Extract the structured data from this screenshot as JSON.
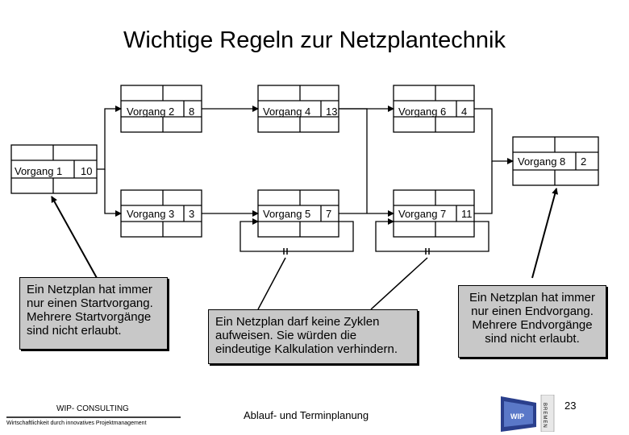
{
  "title": "Wichtige Regeln zur Netzplantechnik",
  "nodes": [
    {
      "id": "v1",
      "label": "Vorgang 1",
      "duration": "10"
    },
    {
      "id": "v2",
      "label": "Vorgang 2",
      "duration": "8"
    },
    {
      "id": "v3",
      "label": "Vorgang 3",
      "duration": "3"
    },
    {
      "id": "v4",
      "label": "Vorgang 4",
      "duration": "13"
    },
    {
      "id": "v5",
      "label": "Vorgang 5",
      "duration": "7"
    },
    {
      "id": "v6",
      "label": "Vorgang 6",
      "duration": "4"
    },
    {
      "id": "v7",
      "label": "Vorgang 7",
      "duration": "11"
    },
    {
      "id": "v8",
      "label": "Vorgang 8",
      "duration": "2"
    }
  ],
  "callouts": {
    "start": "Ein Netzplan hat immer nur einen Startvorgang. Mehrere Startvorgänge sind nicht erlaubt.",
    "cycle": "Ein Netzplan darf keine Zyklen aufweisen. Sie würden die eindeutige Kalkulation verhindern.",
    "end": "Ein Netzplan hat immer nur einen Endvorgang. Mehrere Endvorgänge sind nicht erlaubt."
  },
  "footer": {
    "company": "WIP- CONSULTING",
    "tagline": "Wirtschaftlichkeit durch innovatives Projektmanagement",
    "center": "Ablauf- und Terminplanung",
    "page": "23"
  },
  "logo": {
    "text": "WIP",
    "side_letters": "BREMEN"
  }
}
